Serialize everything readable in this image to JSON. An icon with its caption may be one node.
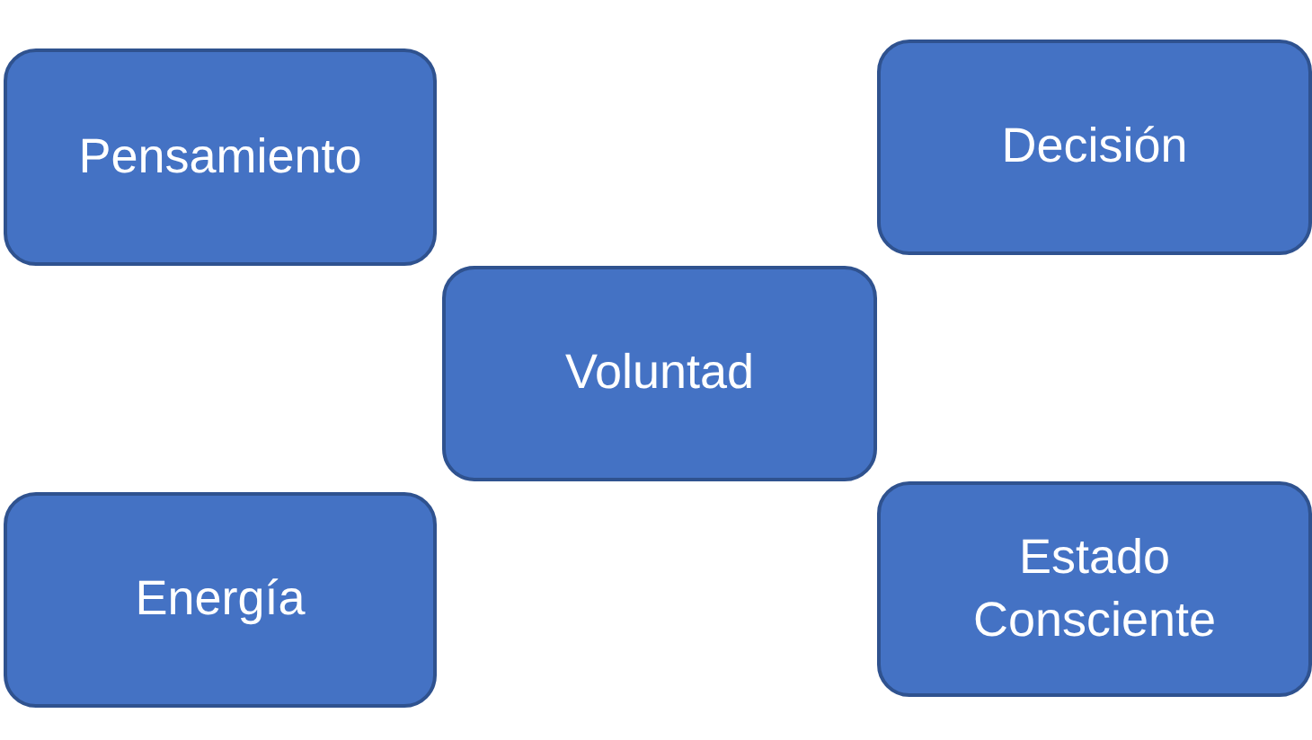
{
  "diagram": {
    "nodes": [
      {
        "text": [
          "Pensamiento"
        ]
      },
      {
        "text": [
          "Decisión"
        ]
      },
      {
        "text": [
          "Voluntad"
        ]
      },
      {
        "text": [
          "Energía"
        ]
      },
      {
        "text": [
          "Estado Consciente"
        ]
      }
    ]
  }
}
